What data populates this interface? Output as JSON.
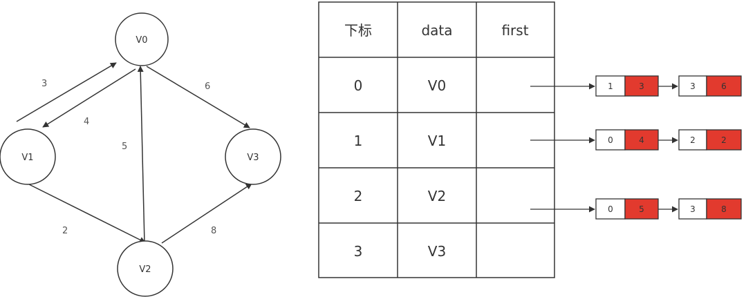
{
  "graph": {
    "nodes": [
      {
        "id": "V0",
        "label": "V0"
      },
      {
        "id": "V1",
        "label": "V1"
      },
      {
        "id": "V2",
        "label": "V2"
      },
      {
        "id": "V3",
        "label": "V3"
      }
    ],
    "edges": [
      {
        "from": "V1",
        "to": "V0",
        "weight": "3"
      },
      {
        "from": "V0",
        "to": "V1",
        "weight": "4"
      },
      {
        "from": "V2",
        "to": "V0",
        "weight": "5"
      },
      {
        "from": "V0",
        "to": "V3",
        "weight": "6"
      },
      {
        "from": "V1",
        "to": "V2",
        "weight": "2"
      },
      {
        "from": "V2",
        "to": "V3",
        "weight": "8"
      }
    ]
  },
  "table": {
    "headers": [
      "下标",
      "data",
      "first"
    ],
    "rows": [
      {
        "index": "0",
        "data": "V0"
      },
      {
        "index": "1",
        "data": "V1"
      },
      {
        "index": "2",
        "data": "V2"
      },
      {
        "index": "3",
        "data": "V3"
      }
    ]
  },
  "adjacency": [
    {
      "row": "0",
      "nodes": [
        {
          "adjvex": "1",
          "weight": "3"
        },
        {
          "adjvex": "3",
          "weight": "6"
        }
      ]
    },
    {
      "row": "1",
      "nodes": [
        {
          "adjvex": "0",
          "weight": "4"
        },
        {
          "adjvex": "2",
          "weight": "2"
        }
      ]
    },
    {
      "row": "2",
      "nodes": [
        {
          "adjvex": "0",
          "weight": "5"
        },
        {
          "adjvex": "3",
          "weight": "8"
        }
      ]
    }
  ],
  "colors": {
    "weight_fill": "#e23a2e",
    "line": "#333333"
  }
}
